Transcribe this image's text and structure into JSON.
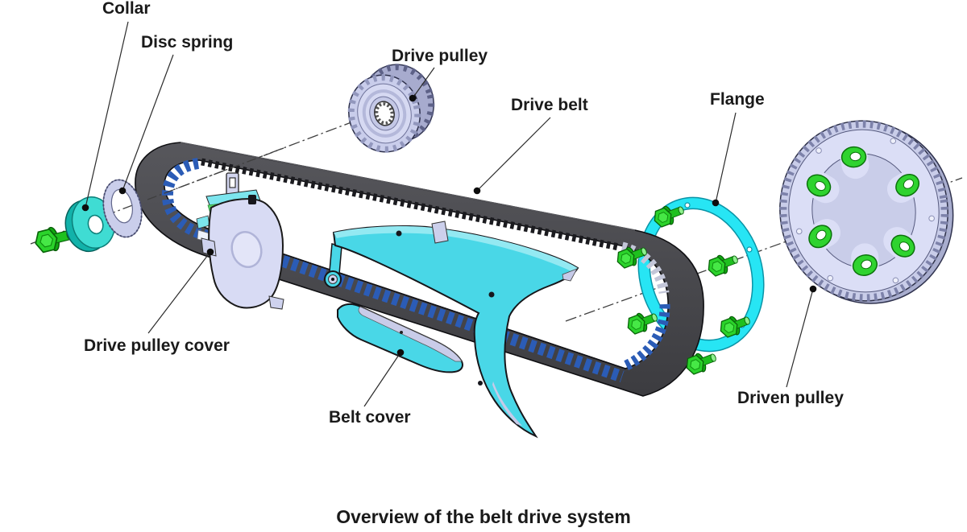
{
  "figure": {
    "caption": "Overview of the belt drive system",
    "labels": {
      "collar": "Collar",
      "disc_spring": "Disc spring",
      "drive_pulley": "Drive pulley",
      "drive_belt": "Drive belt",
      "flange": "Flange",
      "drive_pulley_cover": "Drive pulley cover",
      "belt_cover": "Belt cover",
      "driven_pulley": "Driven pulley"
    },
    "colors": {
      "background": "#ffffff",
      "belt_body": "#47474b",
      "belt_teeth_blue": "#2b5cb6",
      "cover_cyan": "#49d7e7",
      "flange_cyan": "#27e5f4",
      "collar_teal": "#3fdcd3",
      "bolt_green": "#2bd32b",
      "pulley_lavender": "#d6d9f3",
      "label_text": "#1a1a1a"
    }
  }
}
